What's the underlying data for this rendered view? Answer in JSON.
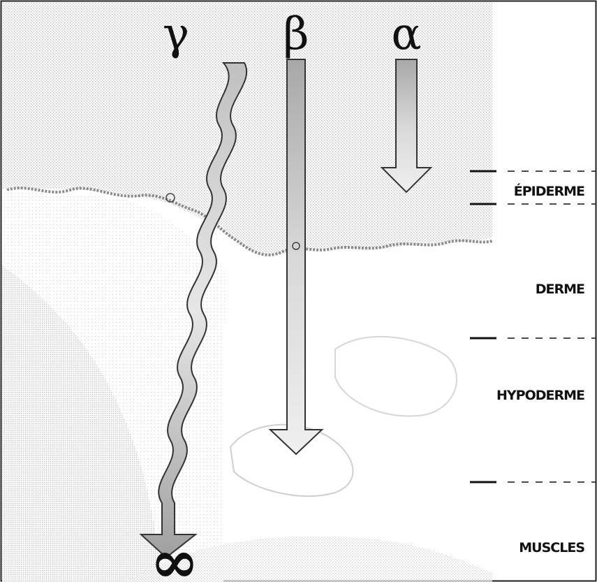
{
  "radiations": {
    "gamma": {
      "symbol": "γ",
      "end_symbol": "∞"
    },
    "beta": {
      "symbol": "β"
    },
    "alpha": {
      "symbol": "α"
    }
  },
  "layers": {
    "epiderme": "ÉPIDERME",
    "derme": "DERME",
    "hypoderme": "HYPODERME",
    "muscles": "MUSCLES"
  }
}
